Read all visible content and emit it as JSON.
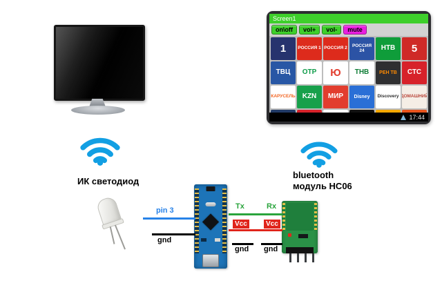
{
  "labels": {
    "ir_led": "ИК светодиод",
    "bluetooth_line1": "bluetooth",
    "bluetooth_line2": "модуль HC06"
  },
  "wiring": {
    "pin3": "pin 3",
    "gnd_left": "gnd",
    "tx": "Tx",
    "rx": "Rx",
    "vcc_left": "Vcc",
    "vcc_right": "Vcc",
    "gnd_right_1": "gnd",
    "gnd_right_2": "gnd"
  },
  "colors": {
    "signal_blue": "#129fe3",
    "wire_blue": "#2782e8",
    "wire_green": "#2aa43c",
    "wire_red": "#e0241b",
    "wire_black": "#000000"
  },
  "tablet": {
    "title": "Screen1",
    "buttons": [
      {
        "label": "on\\off",
        "bg": "#3ecf2b",
        "fg": "#000000"
      },
      {
        "label": "vol+",
        "bg": "#3ecf2b",
        "fg": "#000000"
      },
      {
        "label": "vol-",
        "bg": "#3ecf2b",
        "fg": "#000000"
      },
      {
        "label": "mute",
        "bg": "#ea1fe0",
        "fg": "#000000"
      }
    ],
    "status_time": "17:44",
    "channels": [
      {
        "label": "1",
        "bg": "#26336e",
        "fg": "#ffffff"
      },
      {
        "label": "РОССИЯ 1",
        "bg": "#dd2b1c",
        "fg": "#ffffff"
      },
      {
        "label": "РОССИЯ 2",
        "bg": "#dd2b1c",
        "fg": "#ffffff"
      },
      {
        "label": "РОССИЯ 24",
        "bg": "#2c53a5",
        "fg": "#ffffff"
      },
      {
        "label": "НТВ",
        "bg": "#0f9d3a",
        "fg": "#ffffff"
      },
      {
        "label": "5",
        "bg": "#cf2a27",
        "fg": "#ffffff"
      },
      {
        "label": "ТВЦ",
        "bg": "#2857a5",
        "fg": "#ffffff"
      },
      {
        "label": "ОТР",
        "bg": "#ffffff",
        "fg": "#0e9c49"
      },
      {
        "label": "Ю",
        "bg": "#ffffff",
        "fg": "#e23d2e"
      },
      {
        "label": "ТНВ",
        "bg": "#ffffff",
        "fg": "#0f7d36"
      },
      {
        "label": "РЕН ТВ",
        "bg": "#2f2f31",
        "fg": "#ff8a00"
      },
      {
        "label": "СТС",
        "bg": "#d7222a",
        "fg": "#ffffff"
      },
      {
        "label": "КАРУСЕЛЬ",
        "bg": "#ffffff",
        "fg": "#f26522"
      },
      {
        "label": "KZN",
        "bg": "#17a04b",
        "fg": "#ffffff"
      },
      {
        "label": "МИР",
        "bg": "#e23d2e",
        "fg": "#ffffff"
      },
      {
        "label": "Disney",
        "bg": "#2a6fd6",
        "fg": "#ffffff"
      },
      {
        "label": "Discovery",
        "bg": "#ffffff",
        "fg": "#2b2b2b"
      },
      {
        "label": "ДОМАШНИЙ",
        "bg": "#f5eee6",
        "fg": "#b8453a"
      },
      {
        "label": "",
        "bg": "#213a66",
        "fg": "#ffffff"
      },
      {
        "label": "",
        "bg": "#d7222a",
        "fg": "#ffffff"
      },
      {
        "label": "",
        "bg": "#ffffff",
        "fg": "#333333"
      },
      {
        "label": "",
        "bg": "#111111",
        "fg": "#ffffff"
      },
      {
        "label": "",
        "bg": "#f5a800",
        "fg": "#111111"
      },
      {
        "label": "",
        "bg": "#e8541d",
        "fg": "#ffffff"
      }
    ]
  }
}
